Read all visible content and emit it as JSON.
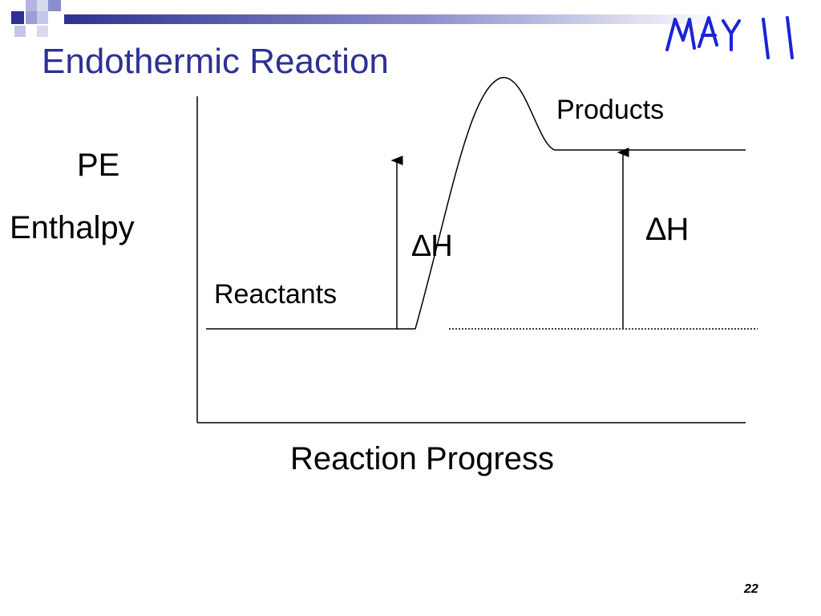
{
  "slide": {
    "title": "Endothermic Reaction",
    "handwritten_note": "MAY 11",
    "page_number": "22"
  },
  "diagram": {
    "y_axis_labels": [
      "PE",
      "Enthalpy"
    ],
    "x_axis_label": "Reaction Progress",
    "reactants_label": "Reactants",
    "products_label": "Products",
    "delta_h_left": "∆H",
    "delta_h_right": "∆H"
  },
  "colors": {
    "title": "#2e3192",
    "header_gradient_start": "#2e3192",
    "header_gradient_end": "#ffffff",
    "handwriting": "#1a24d6",
    "lines": "#000000"
  }
}
